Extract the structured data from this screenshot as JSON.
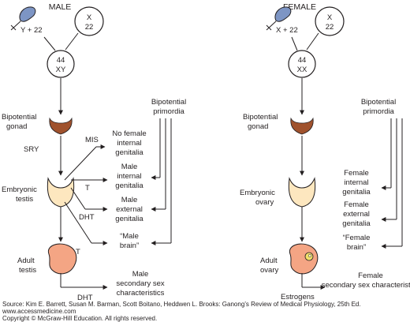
{
  "male": {
    "heading": "MALE",
    "sperm_label": "Y + 22",
    "egg_line1": "X",
    "egg_line2": "22",
    "zygote_line1": "44",
    "zygote_line2": "XY",
    "gonad_line1": "Bipotential",
    "gonad_line2": "gonad",
    "primordia_line1": "Bipotential",
    "primordia_line2": "primordia",
    "sry": "SRY",
    "mis": "MIS",
    "t1": "T",
    "dht1": "DHT",
    "t2": "T",
    "dht2": "DHT",
    "testis_line1": "Embryonic",
    "testis_line2": "testis",
    "adult_line1": "Adult",
    "adult_line2": "testis",
    "o1_line1": "No female",
    "o1_line2": "internal",
    "o1_line3": "genitalia",
    "o2_line1": "Male",
    "o2_line2": "internal",
    "o2_line3": "genitalia",
    "o3_line1": "Male",
    "o3_line2": "external",
    "o3_line3": "genitalia",
    "o4_line1": "“Male",
    "o4_line2": "brain”",
    "o5_line1": "Male",
    "o5_line2": "secondary sex",
    "o5_line3": "characteristics"
  },
  "female": {
    "heading": "FEMALE",
    "sperm_label": "X + 22",
    "egg_line1": "X",
    "egg_line2": "22",
    "zygote_line1": "44",
    "zygote_line2": "XX",
    "gonad_line1": "Bipotential",
    "gonad_line2": "gonad",
    "primordia_line1": "Bipotential",
    "primordia_line2": "primordia",
    "ovary_line1": "Embryonic",
    "ovary_line2": "ovary",
    "adult_line1": "Adult",
    "adult_line2": "ovary",
    "estrogens": "Estrogens",
    "o1_line1": "Female",
    "o1_line2": "internal",
    "o1_line3": "genitalia",
    "o2_line1": "Female",
    "o2_line2": "external",
    "o2_line3": "genitalia",
    "o3_line1": "“Female",
    "o3_line2": "brain”",
    "o4_line1": "Female",
    "o4_line2": "secondary sex characteristics"
  },
  "footer": {
    "source": "Source: Kim E. Barrett, Susan M. Barman, Scott Boitano, Heddwen L. Brooks: Ganong’s Review of Medical Physiology, 25th Ed.",
    "url": "www.accessmedicine.com",
    "copyright": "Copyright © McGraw-Hill Education.  All rights reserved."
  },
  "colors": {
    "sperm": "#7d95c4",
    "gonad": "#a0522d",
    "embryonic": "#fde7bf",
    "adult": "#f4a584",
    "follicle": "#f2e06a",
    "line": "#231f20"
  }
}
